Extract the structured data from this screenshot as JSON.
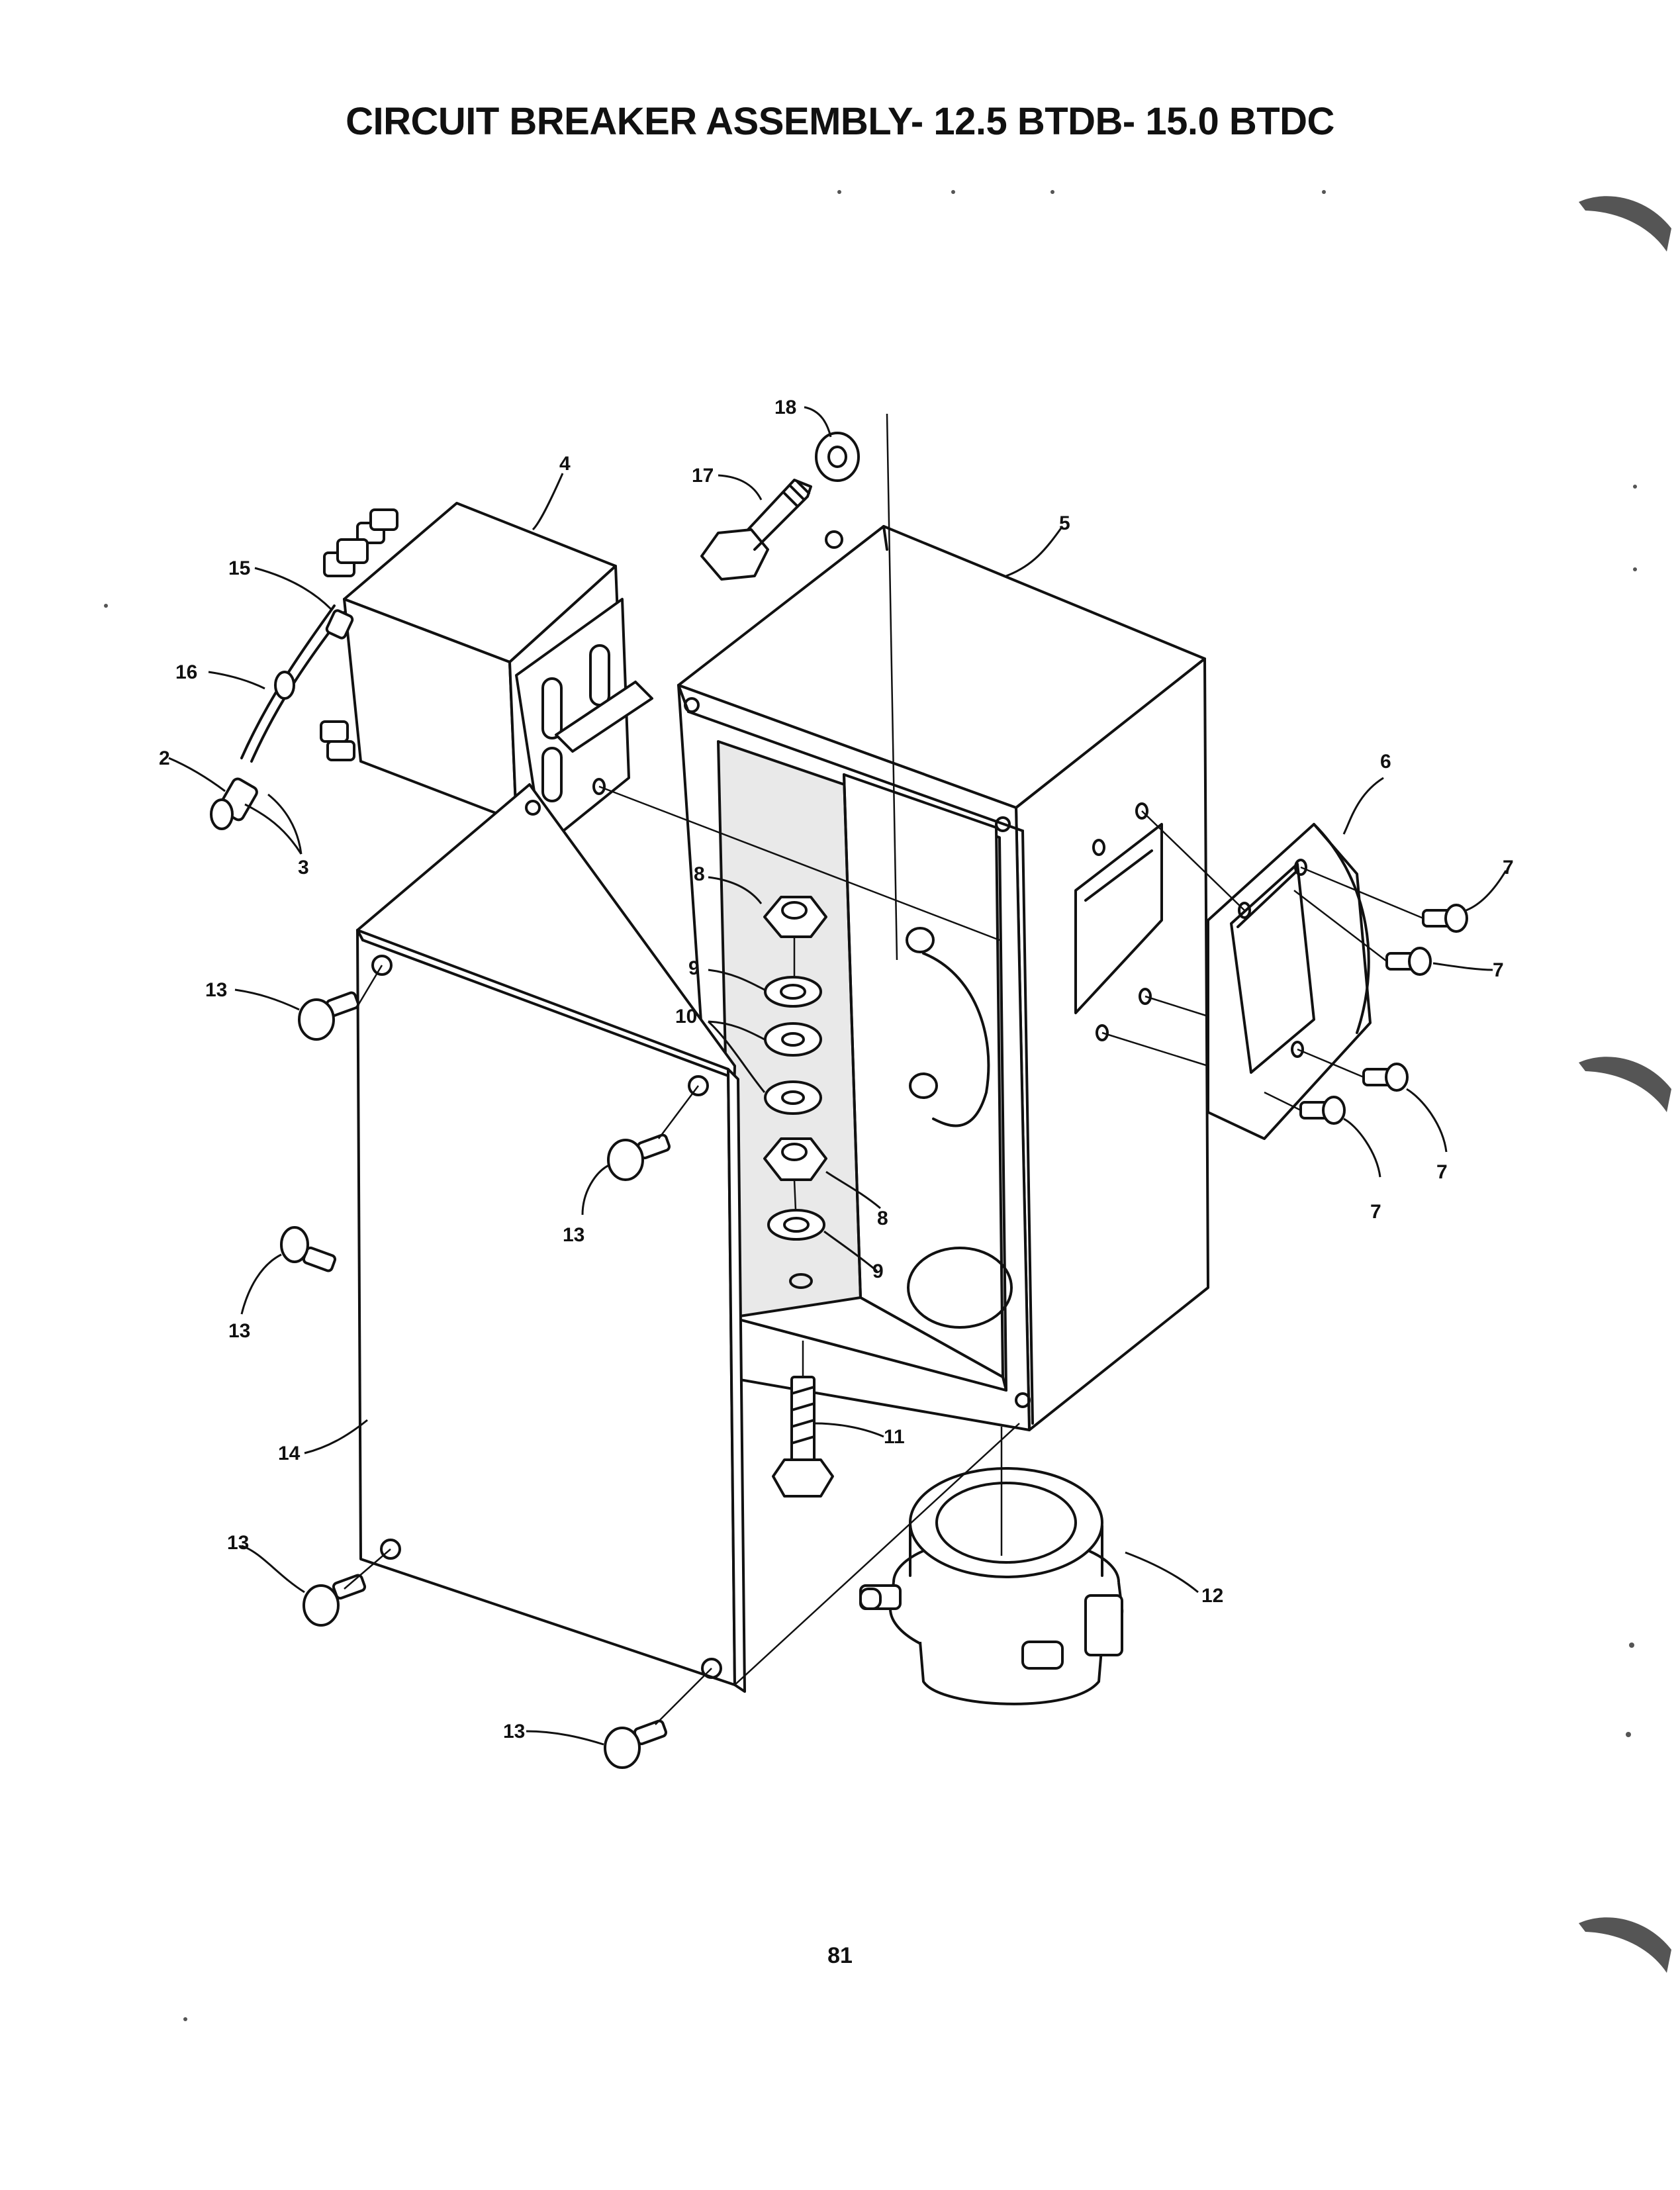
{
  "title": "CIRCUIT BREAKER ASSEMBLY- 12.5 BTDB- 15.0 BTDC",
  "page_number": "81",
  "callouts": [
    {
      "id": "c18",
      "label": "18"
    },
    {
      "id": "c17",
      "label": "17"
    },
    {
      "id": "c4",
      "label": "4"
    },
    {
      "id": "c5",
      "label": "5"
    },
    {
      "id": "c15",
      "label": "15"
    },
    {
      "id": "c16",
      "label": "16"
    },
    {
      "id": "c2",
      "label": "2"
    },
    {
      "id": "c3",
      "label": "3"
    },
    {
      "id": "c6",
      "label": "6"
    },
    {
      "id": "c7a",
      "label": "7"
    },
    {
      "id": "c7b",
      "label": "7"
    },
    {
      "id": "c7c",
      "label": "7"
    },
    {
      "id": "c7d",
      "label": "7"
    },
    {
      "id": "c8a",
      "label": "8"
    },
    {
      "id": "c9a",
      "label": "9"
    },
    {
      "id": "c10",
      "label": "10"
    },
    {
      "id": "c8b",
      "label": "8"
    },
    {
      "id": "c9b",
      "label": "9"
    },
    {
      "id": "c13a",
      "label": "13"
    },
    {
      "id": "c13b",
      "label": "13"
    },
    {
      "id": "c13c",
      "label": "13"
    },
    {
      "id": "c13d",
      "label": "13"
    },
    {
      "id": "c13e",
      "label": "13"
    },
    {
      "id": "c14",
      "label": "14"
    },
    {
      "id": "c11",
      "label": "11"
    },
    {
      "id": "c12",
      "label": "12"
    }
  ]
}
